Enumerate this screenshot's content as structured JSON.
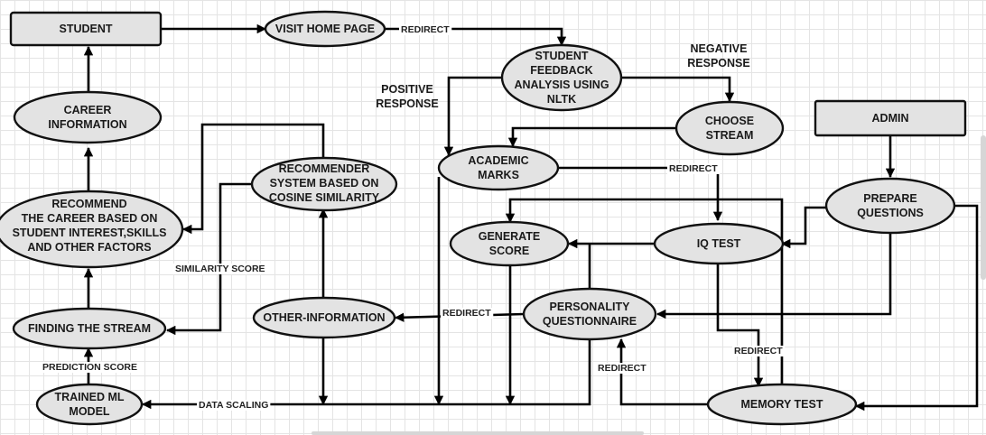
{
  "nodes": [
    {
      "id": "student",
      "shape": "rect",
      "lines": [
        "STUDENT"
      ]
    },
    {
      "id": "visit-home",
      "shape": "ellipse",
      "lines": [
        "VISIT HOME PAGE"
      ]
    },
    {
      "id": "feedback",
      "shape": "ellipse",
      "lines": [
        "STUDENT",
        "FEEDBACK",
        "ANALYSIS USING",
        "NLTK"
      ]
    },
    {
      "id": "admin",
      "shape": "rect",
      "lines": [
        "ADMIN"
      ]
    },
    {
      "id": "career-info",
      "shape": "ellipse",
      "lines": [
        "CAREER",
        "INFORMATION"
      ]
    },
    {
      "id": "choose-stream",
      "shape": "ellipse",
      "lines": [
        "CHOOSE",
        "STREAM"
      ]
    },
    {
      "id": "recommender",
      "shape": "ellipse",
      "lines": [
        "RECOMMENDER",
        "SYSTEM BASED ON",
        "COSINE SIMILARITY"
      ]
    },
    {
      "id": "academic",
      "shape": "ellipse",
      "lines": [
        "ACADEMIC",
        "MARKS"
      ]
    },
    {
      "id": "prepare",
      "shape": "ellipse",
      "lines": [
        "PREPARE",
        "QUESTIONS"
      ]
    },
    {
      "id": "recommend",
      "shape": "ellipse",
      "lines": [
        "RECOMMEND",
        "THE  CAREER BASED ON",
        "STUDENT INTEREST,SKILLS",
        "AND OTHER FACTORS"
      ]
    },
    {
      "id": "generate",
      "shape": "ellipse",
      "lines": [
        "GENERATE",
        "SCORE"
      ]
    },
    {
      "id": "iq",
      "shape": "ellipse",
      "lines": [
        "IQ TEST"
      ]
    },
    {
      "id": "personality",
      "shape": "ellipse",
      "lines": [
        "PERSONALITY",
        "QUESTIONNAIRE"
      ]
    },
    {
      "id": "finding",
      "shape": "ellipse",
      "lines": [
        "FINDING THE STREAM"
      ]
    },
    {
      "id": "other-info",
      "shape": "ellipse",
      "lines": [
        "OTHER-INFORMATION"
      ]
    },
    {
      "id": "trained",
      "shape": "ellipse",
      "lines": [
        "TRAINED ML",
        "MODEL"
      ]
    },
    {
      "id": "memory",
      "shape": "ellipse",
      "lines": [
        "MEMORY TEST"
      ]
    }
  ],
  "free_labels": [
    {
      "id": "negative",
      "lines": [
        "NEGATIVE",
        "RESPONSE"
      ]
    },
    {
      "id": "positive",
      "lines": [
        "POSITIVE",
        "RESPONSE"
      ]
    }
  ],
  "edge_labels": {
    "redirect_home": "REDIRECT",
    "redirect_academic": "REDIRECT",
    "redirect_personality": "REDIRECT",
    "redirect_iq": "REDIRECT",
    "redirect_memory": "REDIRECT",
    "similarity": "SIMILARITY SCORE",
    "prediction": "PREDICTION SCORE",
    "data_scaling": "DATA SCALING"
  }
}
